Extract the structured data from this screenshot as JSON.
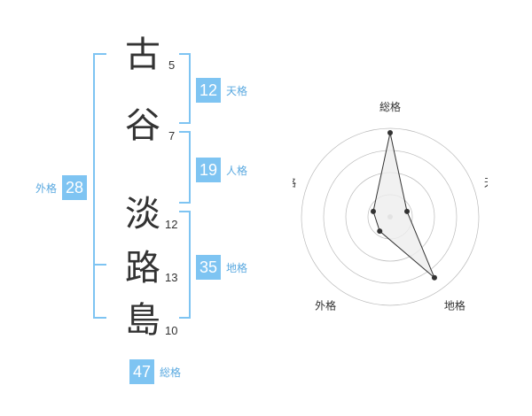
{
  "name": {
    "characters": [
      {
        "char": "古",
        "strokes": "5"
      },
      {
        "char": "谷",
        "strokes": "7"
      },
      {
        "char": "淡",
        "strokes": "12"
      },
      {
        "char": "路",
        "strokes": "13"
      },
      {
        "char": "島",
        "strokes": "10"
      }
    ]
  },
  "scores": {
    "tenkaku": {
      "value": "12",
      "label": "天格"
    },
    "jinkaku": {
      "value": "19",
      "label": "人格"
    },
    "chikaku": {
      "value": "35",
      "label": "地格"
    },
    "gaikaku": {
      "value": "28",
      "label": "外格"
    },
    "soukaku": {
      "value": "47",
      "label": "総格"
    }
  },
  "radar": {
    "axes": [
      "総格",
      "天格",
      "地格",
      "外格",
      "人格"
    ],
    "values": [
      0.95,
      0.2,
      0.85,
      0.2,
      0.2
    ],
    "colors": {
      "line": "#333333",
      "fill": "#eeeeee",
      "grid": "#bbbbbb"
    }
  },
  "colors": {
    "accent": "#7ec4f2",
    "label": "#5aa9e0"
  }
}
